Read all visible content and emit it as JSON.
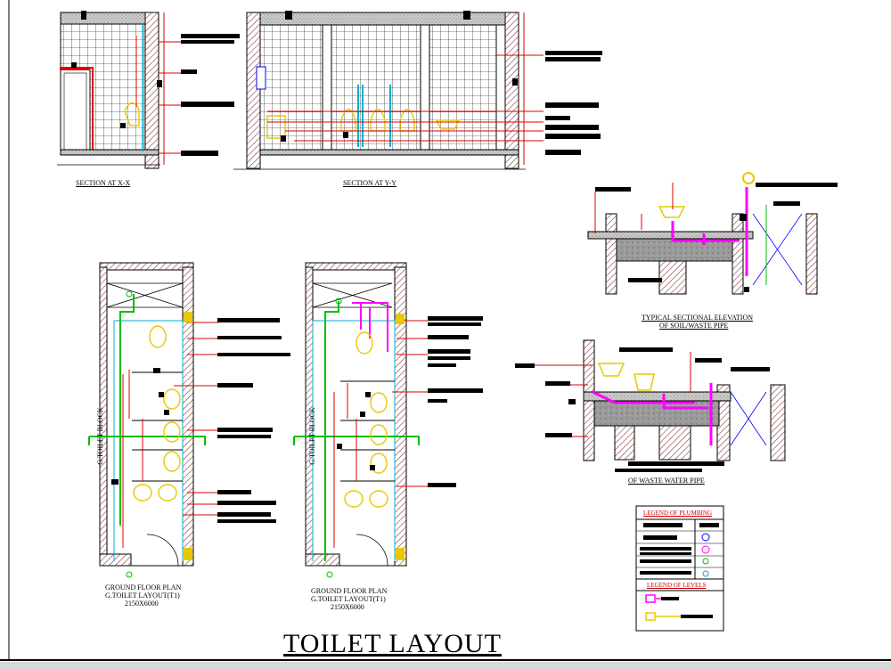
{
  "title": "TOILET LAYOUT",
  "sections": {
    "x": "SECTION AT X-X",
    "y": "SECTION AT Y-Y"
  },
  "elevations": {
    "soil_title_1": "TYPICAL SECTIONAL ELEVATION",
    "soil_title_2": "OF SOIL/WASTE PIPE",
    "waste_title": "OF WASTE WATER PIPE"
  },
  "plans": [
    {
      "line1": "GROUND FLOOR PLAN",
      "line2": "G.TOILET LAYOUT(T1)",
      "dims": "2150X6000",
      "block": "G.TOILET BLOCK"
    },
    {
      "line1": "GROUND FLOOR PLAN",
      "line2": "G.TOILET LAYOUT(T1)",
      "dims": "2150X6000",
      "block": "G.TOILET BLOCK"
    }
  ],
  "legend": {
    "plumbing": "LEGEND OF PLUMBING",
    "levels": "LEGEND OF LEVELS"
  },
  "colors": {
    "red": "#e00000",
    "green": "#00c000",
    "magenta": "#ff00ff",
    "yellow": "#e8c800",
    "cyan": "#00b0d0",
    "blue": "#0000ff",
    "hatch": "#8b3a3a"
  }
}
